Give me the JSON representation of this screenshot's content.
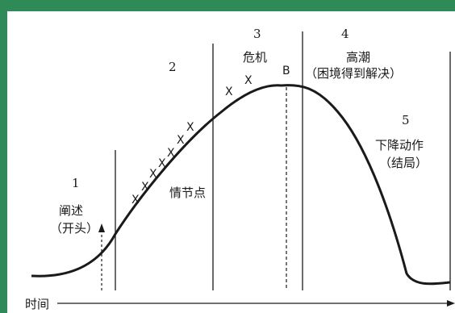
{
  "diagram": {
    "axis_label": "时间",
    "stages": [
      {
        "number": "1",
        "name": "阐述",
        "note": "（开头）"
      },
      {
        "number": "2",
        "name": "情节点"
      },
      {
        "number": "3",
        "name": "危机"
      },
      {
        "number": "4",
        "name": "高潮",
        "note": "（困境得到解决）"
      },
      {
        "number": "5",
        "name": "下降动作",
        "note": "（结局）"
      }
    ],
    "crisis_marker": "B",
    "event_marker": "X",
    "colors": {
      "background": "#2e8b57",
      "panel": "#ffffff",
      "ink": "#1a1a1a"
    }
  }
}
